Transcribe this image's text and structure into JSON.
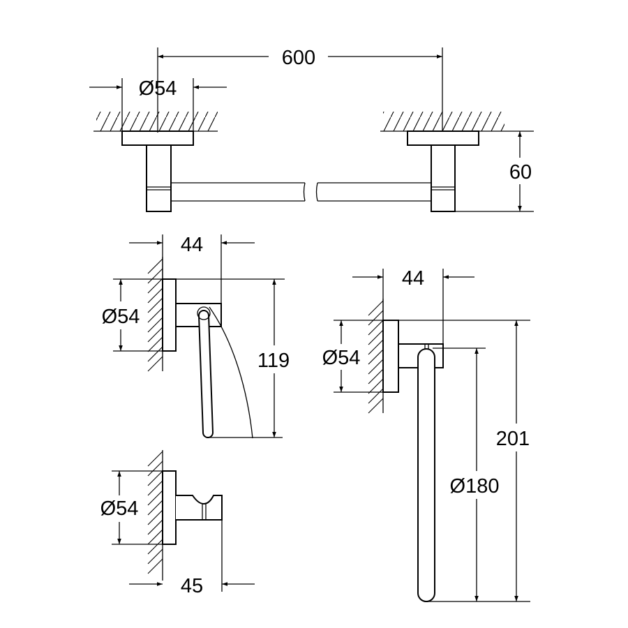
{
  "drawing": {
    "towel_bar": {
      "length": "600",
      "rosette_diameter": "Ø54",
      "projection": "60"
    },
    "paper_holder": {
      "projection": "44",
      "rosette_diameter": "Ø54",
      "height": "119"
    },
    "robe_hook": {
      "rosette_diameter": "Ø54",
      "projection": "45"
    },
    "towel_ring": {
      "projection": "44",
      "rosette_diameter": "Ø54",
      "height": "201",
      "ring_diameter": "Ø180"
    }
  },
  "colors": {
    "line": "#000000",
    "background": "#ffffff"
  }
}
